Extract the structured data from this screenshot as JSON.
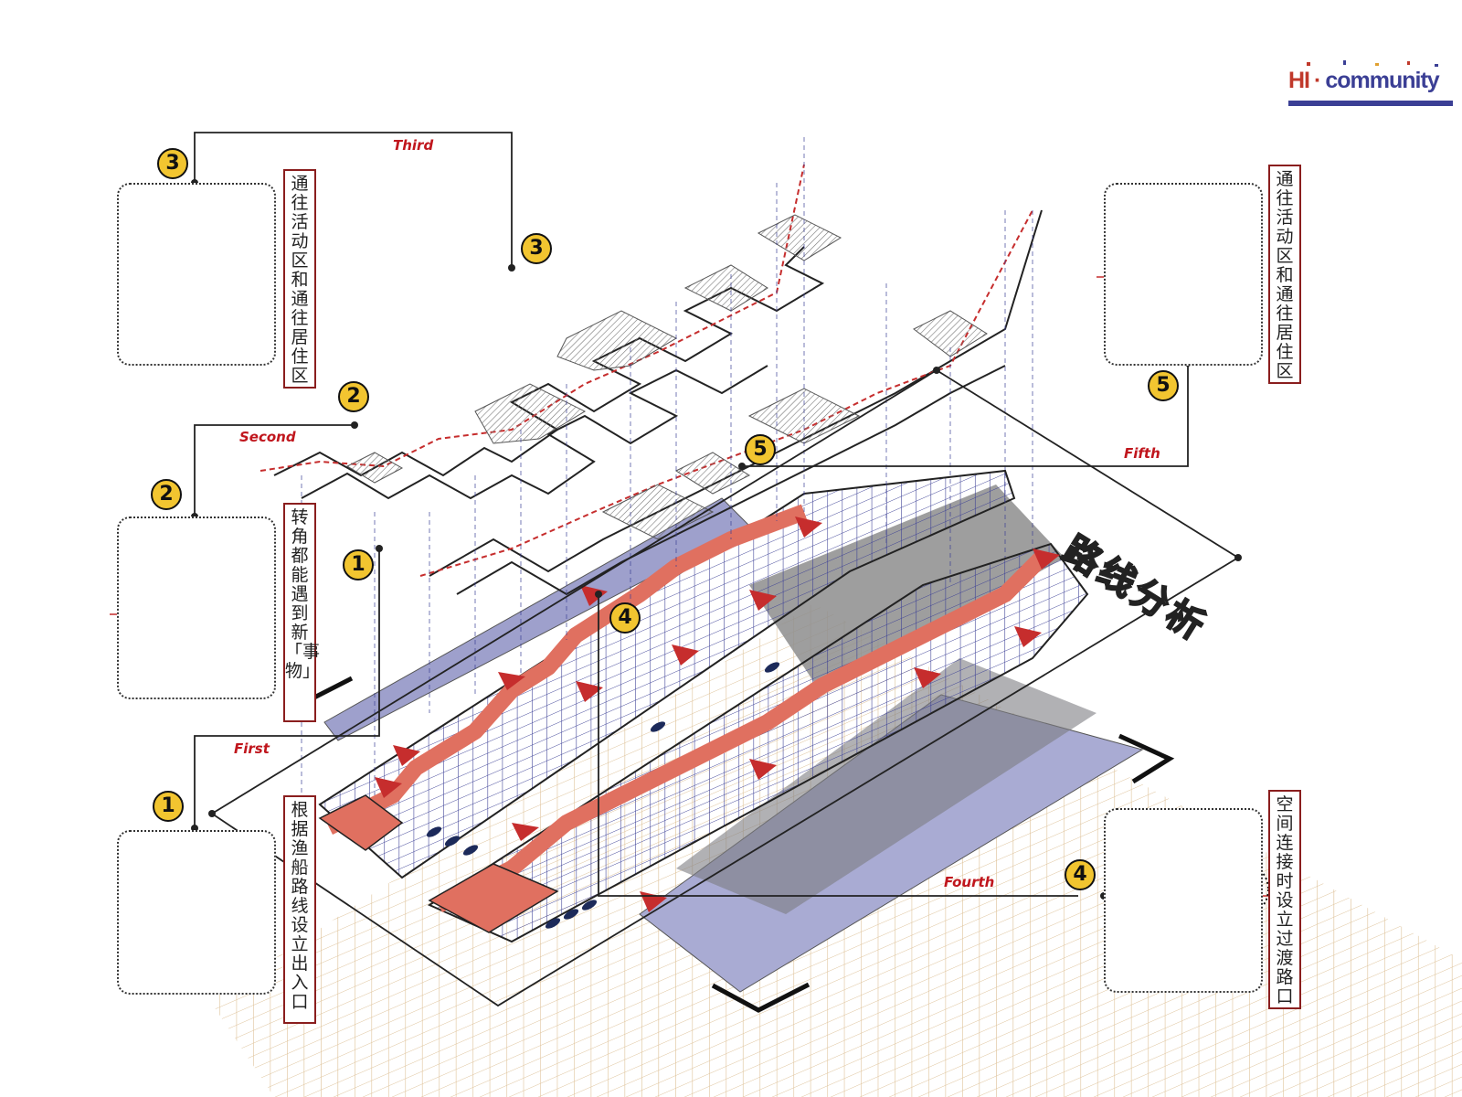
{
  "logo": {
    "hi": "HI",
    "dot": "·",
    "word": "community"
  },
  "title": "路线分析",
  "steps": {
    "first": "First",
    "second": "Second",
    "third": "Third",
    "fourth": "Fourth",
    "fifth": "Fifth"
  },
  "badges": [
    "1",
    "2",
    "3",
    "4",
    "5"
  ],
  "notes": {
    "n1": "根据渔船路线设立出入口",
    "n2": "转角都能遇到新「事物」",
    "n3": "通往活动区和通往居住区",
    "n4": "空间连接时设立过渡路口",
    "n5": "通往活动区和通往居住区"
  },
  "colors": {
    "route": "#e07060",
    "arrow": "#c62d2d",
    "lavender": "#9ea0cc",
    "grid": "#d9b98a",
    "blue": "#3b3f95"
  }
}
